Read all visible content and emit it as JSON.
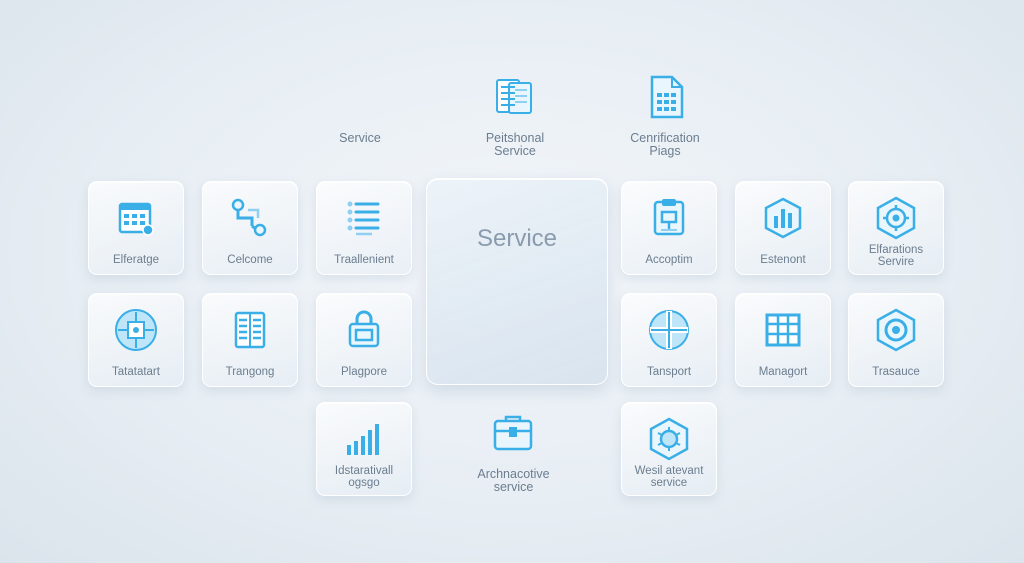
{
  "center": {
    "label": "Service"
  },
  "top_labels": {
    "service": "Service",
    "personal": [
      "Peitshonal",
      "Service"
    ],
    "certification": [
      "Cenrification",
      "Piags"
    ]
  },
  "row1": [
    "Elferatge",
    "Celcome",
    "Traallenient",
    "Accoptim",
    "Estenont",
    [
      "Elfarations",
      "Servire"
    ]
  ],
  "row2": [
    "Tatatatart",
    "Trangong",
    "Plagpore",
    "Tansport",
    "Managort",
    "Trasauce"
  ],
  "row3": [
    [
      "Idstarativall",
      "ogsgo"
    ],
    [
      "Archnacotive",
      "service"
    ],
    [
      "Wesil atevant",
      "service"
    ]
  ],
  "colors": {
    "accent": "#3aaee6",
    "accent_light": "#8fd0f2",
    "text": "#6b7d8f"
  },
  "icons": [
    "document-icon",
    "grid-document-icon",
    "calendar-icon",
    "flow-icon",
    "list-icon",
    "clipboard-icon",
    "hexagon-chart-icon",
    "gear-hexagon-icon",
    "target-icon",
    "document-lines-icon",
    "lock-icon",
    "plus-circle-icon",
    "table-icon",
    "hexagon-circle-icon",
    "bar-chart-icon",
    "briefcase-icon",
    "network-hexagon-icon"
  ]
}
